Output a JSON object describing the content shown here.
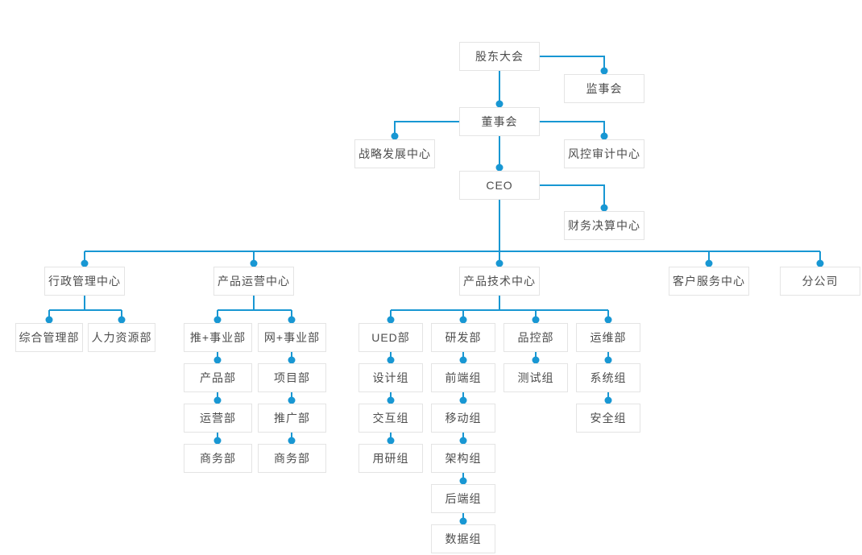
{
  "chart": {
    "type": "org-chart",
    "colors": {
      "connector_line": "#1897d3",
      "connector_dot": "#1897d3",
      "node_border": "#e4e4e4",
      "node_background": "#ffffff",
      "node_text": "#4d4d4d",
      "page_background": "#ffffff"
    },
    "nodes": {
      "shareholders": {
        "label": "股东大会"
      },
      "supervisory": {
        "label": "监事会"
      },
      "board": {
        "label": "董事会"
      },
      "strategy": {
        "label": "战略发展中心"
      },
      "risk_audit": {
        "label": "风控审计中心"
      },
      "ceo": {
        "label": "CEO"
      },
      "finance": {
        "label": "财务决算中心"
      },
      "admin_center": {
        "label": "行政管理中心"
      },
      "ops_center": {
        "label": "产品运营中心"
      },
      "tech_center": {
        "label": "产品技术中心"
      },
      "service_center": {
        "label": "客户服务中心"
      },
      "branch": {
        "label": "分公司"
      },
      "general_affairs": {
        "label": "综合管理部"
      },
      "hr": {
        "label": "人力资源部"
      },
      "tui_division": {
        "label": "推+事业部"
      },
      "wang_division": {
        "label": "网+事业部"
      },
      "product": {
        "label": "产品部"
      },
      "operation": {
        "label": "运营部"
      },
      "business1": {
        "label": "商务部"
      },
      "project": {
        "label": "项目部"
      },
      "promotion": {
        "label": "推广部"
      },
      "business2": {
        "label": "商务部"
      },
      "ued": {
        "label": "UED部"
      },
      "rd": {
        "label": "研发部"
      },
      "qc": {
        "label": "品控部"
      },
      "om": {
        "label": "运维部"
      },
      "design": {
        "label": "设计组"
      },
      "interaction": {
        "label": "交互组"
      },
      "user_research": {
        "label": "用研组"
      },
      "frontend": {
        "label": "前端组"
      },
      "mobile": {
        "label": "移动组"
      },
      "architecture": {
        "label": "架构组"
      },
      "backend": {
        "label": "后端组"
      },
      "data_group": {
        "label": "数据组"
      },
      "testing": {
        "label": "测试组"
      },
      "system": {
        "label": "系统组"
      },
      "security": {
        "label": "安全组"
      }
    },
    "hierarchy": [
      {
        "parent": "股东大会",
        "children": [
          "监事会",
          "董事会"
        ]
      },
      {
        "parent": "董事会",
        "children": [
          "战略发展中心",
          "风控审计中心",
          "CEO"
        ]
      },
      {
        "parent": "CEO",
        "children": [
          "财务决算中心",
          "行政管理中心",
          "产品运营中心",
          "产品技术中心",
          "客户服务中心",
          "分公司"
        ]
      },
      {
        "parent": "行政管理中心",
        "children": [
          "综合管理部",
          "人力资源部"
        ]
      },
      {
        "parent": "产品运营中心",
        "children": [
          "推+事业部",
          "网+事业部"
        ]
      },
      {
        "parent": "推+事业部",
        "children": [
          "产品部",
          "运营部",
          "商务部"
        ]
      },
      {
        "parent": "网+事业部",
        "children": [
          "项目部",
          "推广部",
          "商务部"
        ]
      },
      {
        "parent": "产品技术中心",
        "children": [
          "UED部",
          "研发部",
          "品控部",
          "运维部"
        ]
      },
      {
        "parent": "UED部",
        "children": [
          "设计组",
          "交互组",
          "用研组"
        ]
      },
      {
        "parent": "研发部",
        "children": [
          "前端组",
          "移动组",
          "架构组",
          "后端组",
          "数据组"
        ]
      },
      {
        "parent": "品控部",
        "children": [
          "测试组"
        ]
      },
      {
        "parent": "运维部",
        "children": [
          "系统组",
          "安全组"
        ]
      }
    ]
  }
}
